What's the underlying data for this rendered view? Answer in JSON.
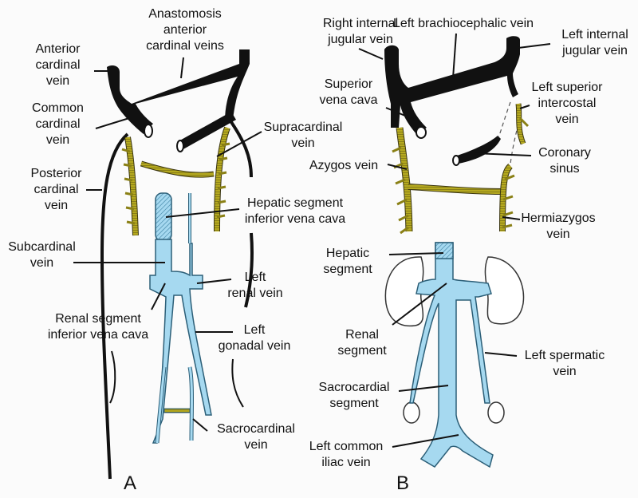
{
  "colors": {
    "cardinal": "#111111",
    "supracardinal": "#b5a91f",
    "supracardinal_stripe": "#5a5410",
    "subcardinal": "#a6d9f0",
    "subcardinal_outline": "#2c5f78",
    "background": "#fbfbfb"
  },
  "panels": [
    {
      "letter": "A",
      "labels": {
        "anastomosis": "Anastomosis\nanterior\ncardinal veins",
        "anterior_cardinal": "Anterior\ncardinal\nvein",
        "common_cardinal": "Common\ncardinal\nvein",
        "supracardinal": "Supracardinal\nvein",
        "posterior_cardinal": "Posterior\ncardinal\nvein",
        "hepatic_segment": "Hepatic segment\ninferior vena cava",
        "subcardinal": "Subcardinal\nvein",
        "left_renal": "Left\nrenal vein",
        "renal_segment": "Renal segment\ninferior vena cava",
        "left_gonadal": "Left\ngonadal vein",
        "sacrocardinal": "Sacrocardinal\nvein"
      }
    },
    {
      "letter": "B",
      "labels": {
        "right_internal_jugular": "Right internal\njugular vein",
        "left_brachiocephalic": "Left brachiocephalic vein",
        "left_internal_jugular": "Left internal\njugular vein",
        "superior_vena_cava": "Superior\nvena cava",
        "left_superior_intercostal": "Left superior\nintercostal\nvein",
        "coronary_sinus": "Coronary\nsinus",
        "azygos": "Azygos vein",
        "hemiazygos": "Hermiazygos\nvein",
        "hepatic_segment": "Hepatic\nsegment",
        "renal_segment": "Renal\nsegment",
        "left_spermatic": "Left spermatic\nvein",
        "sacrocardial_segment": "Sacrocardial\nsegment",
        "left_common_iliac": "Left common\niliac vein"
      }
    }
  ]
}
